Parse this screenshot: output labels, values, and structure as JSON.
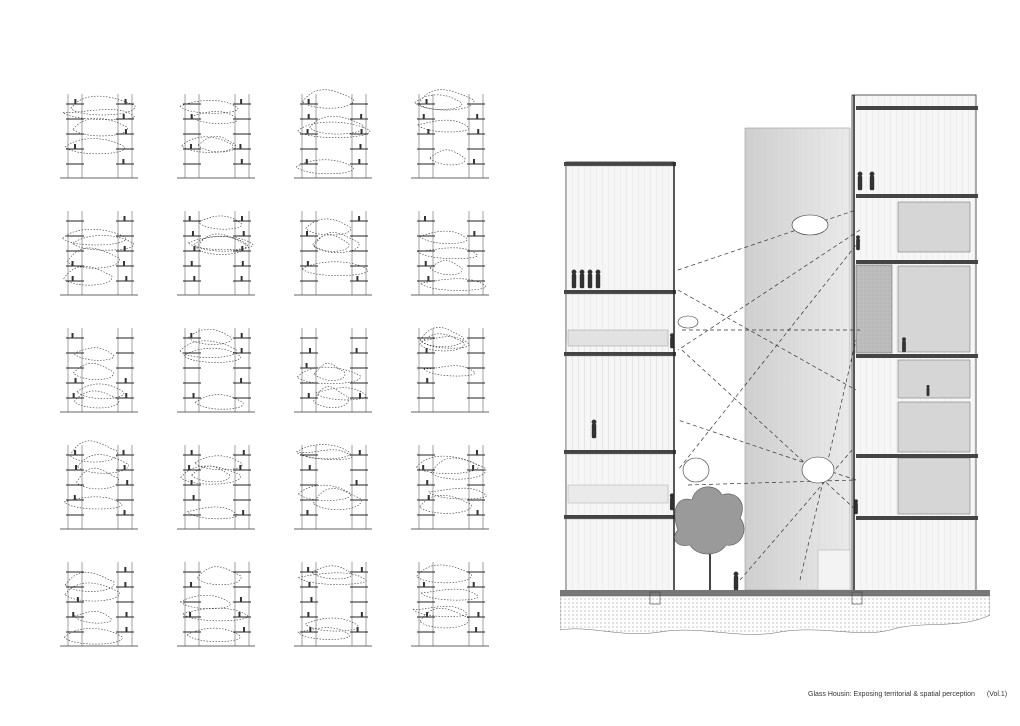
{
  "caption": {
    "title": "Glass Housin: Exposing territorial & spatial perception",
    "volume": "(Vol.1)"
  },
  "grid": {
    "rows": 5,
    "columns": 4
  },
  "colors": {
    "ink": "#2a2a2a",
    "light_ink": "#8a8a8a",
    "tower_fill": "#d9d9d9",
    "glass_fill": "#ededed",
    "ground_fill": "#c8c8c8"
  }
}
